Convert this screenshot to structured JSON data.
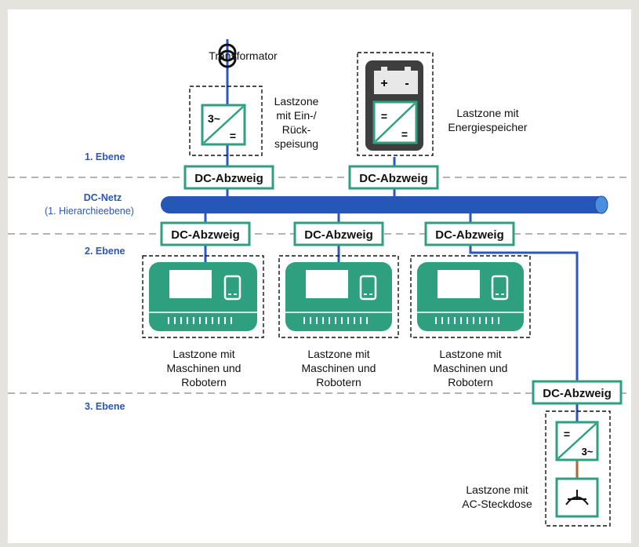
{
  "levels": {
    "level1": "1. Ebene",
    "level2": "2. Ebene",
    "level3": "3. Ebene"
  },
  "dc_net": {
    "title": "DC-Netz",
    "subtitle": "(1. Hierarchieebene)"
  },
  "branch_label": "DC-Abzweig",
  "transformer": {
    "label": "Transformator"
  },
  "zone_feedback": {
    "lines": [
      "Lastzone",
      "mit Ein-/",
      "Rück-",
      "speisung"
    ],
    "converter_top": "3~",
    "converter_bottom": "="
  },
  "zone_storage": {
    "lines": [
      "Lastzone mit",
      "Energiespeicher"
    ],
    "battery_plus": "+",
    "battery_minus": "-",
    "converter_top": "=",
    "converter_bottom": "="
  },
  "machine_zones": [
    {
      "lines": [
        "Lastzone mit",
        "Maschinen und",
        "Robotern"
      ]
    },
    {
      "lines": [
        "Lastzone mit",
        "Maschinen und",
        "Robotern"
      ]
    },
    {
      "lines": [
        "Lastzone mit",
        "Maschinen und",
        "Robotern"
      ]
    }
  ],
  "zone_ac": {
    "lines": [
      "Lastzone mit",
      "AC-Steckdose"
    ],
    "converter_top": "=",
    "converter_bottom": "3~"
  },
  "colors": {
    "green": "#2e9f7f",
    "blue_bus": "#2457b8",
    "level_text": "#2b57b3",
    "ac_wire": "#b2652e"
  }
}
